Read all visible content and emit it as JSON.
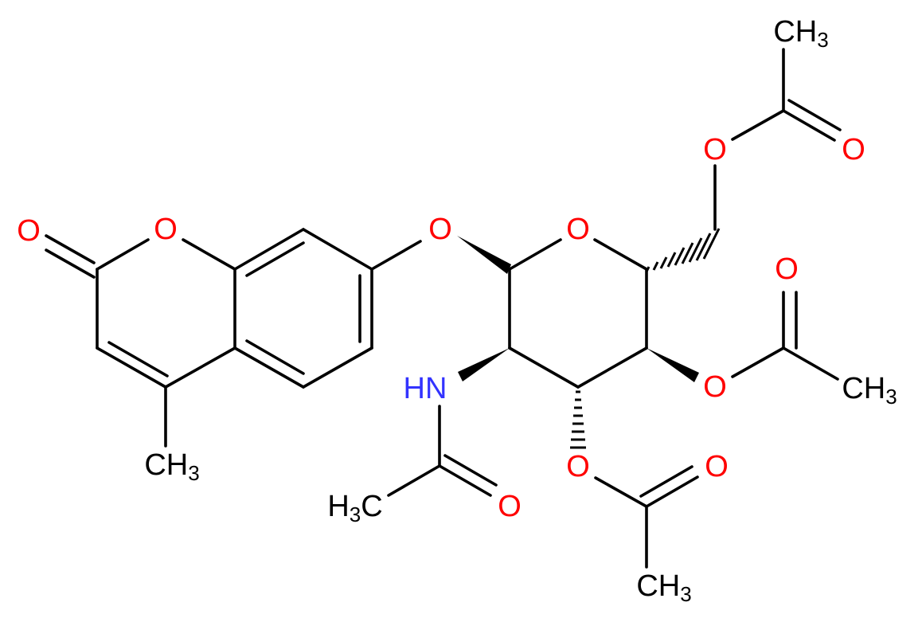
{
  "colors": {
    "bond": "#000000",
    "oxygen": "#ff0000",
    "nitrogen": "#3333ff",
    "carbon_label": "#000000",
    "background": "#ffffff"
  },
  "labels": {
    "o_carbonyl_coumarin": "O",
    "o_ring_coumarin": "O",
    "o_glycosidic": "O",
    "o_ring_sugar": "O",
    "o_c6_ester": "O",
    "o_c6_carbonyl": "O",
    "o_c4_carbonyl": "O",
    "o_c4_ester": "O",
    "o_c3_ester": "O",
    "o_c3_carbonyl": "O",
    "o_amide_carbonyl": "O",
    "nh": "HN",
    "ch3_coumarin_main": "CH",
    "ch3_coumarin_sub": "3",
    "ch3_c6_main": "CH",
    "ch3_c6_sub": "3",
    "ch3_c4_main": "CH",
    "ch3_c4_sub": "3",
    "ch3_c3_main": "CH",
    "ch3_c3_sub": "3",
    "h3c_amide_h": "H",
    "h3c_amide_sub": "3",
    "h3c_amide_c": "C"
  }
}
